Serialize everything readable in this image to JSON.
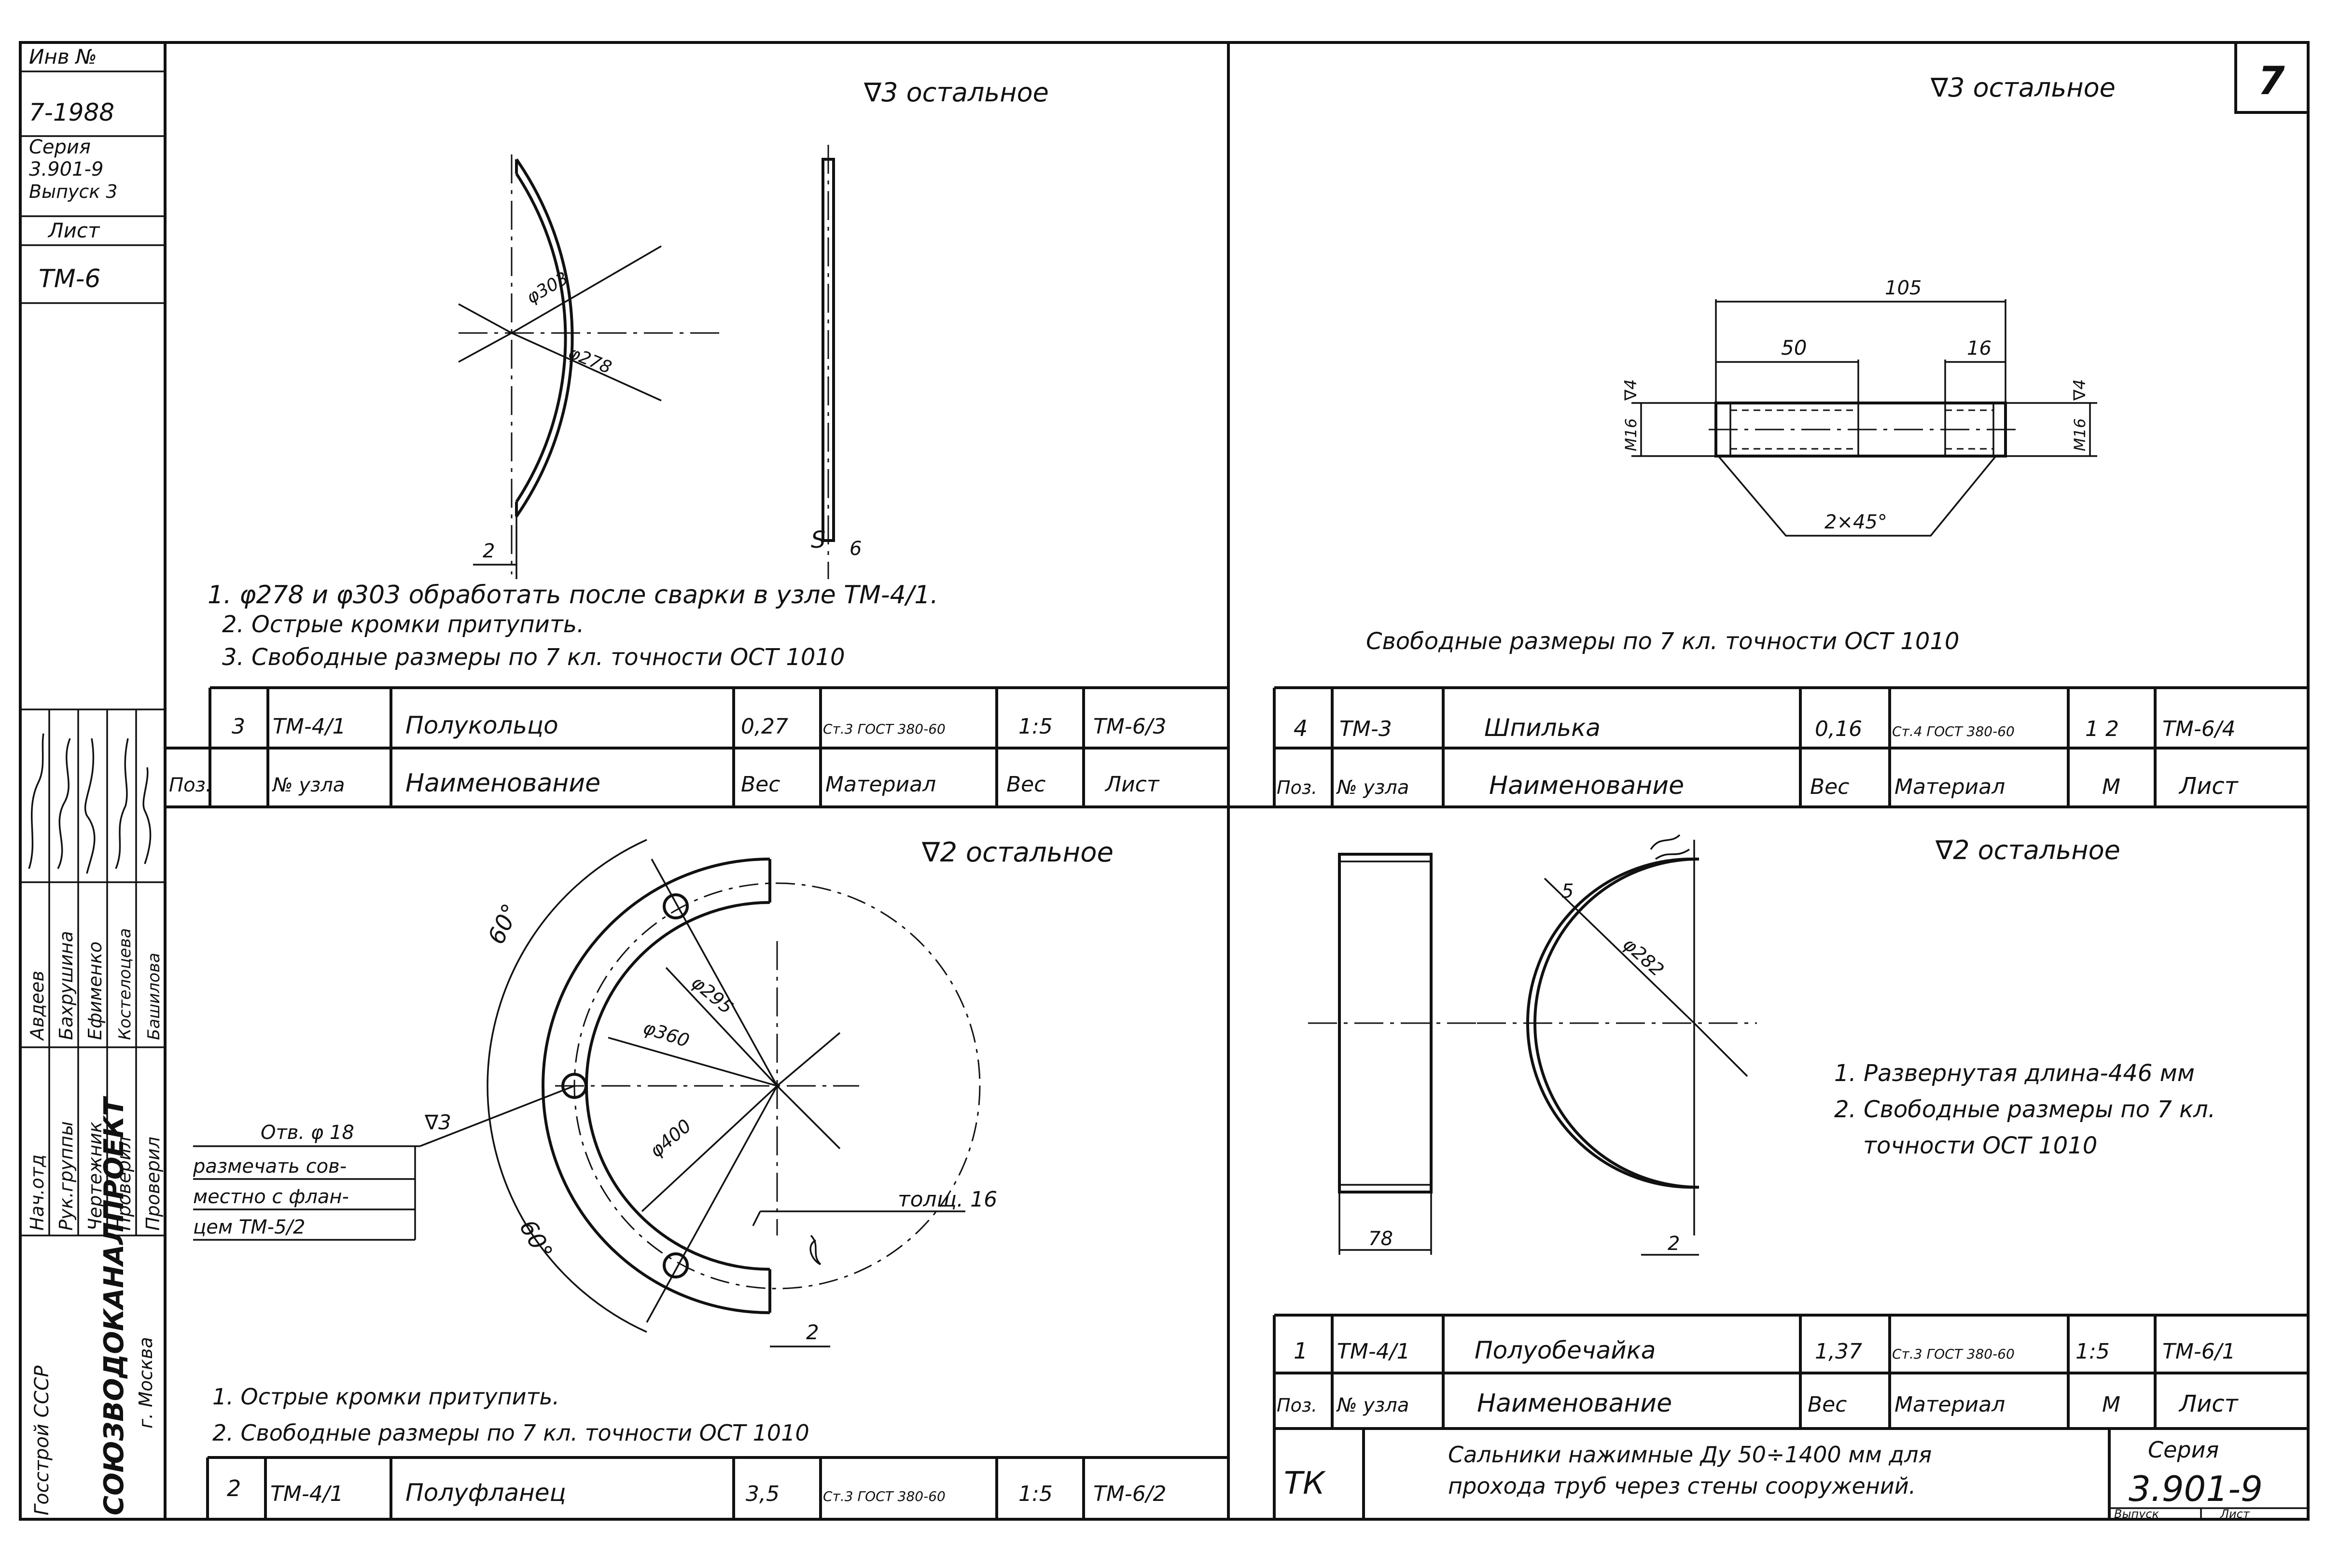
{
  "side_stamp": {
    "inv_label": "Инв №",
    "inv_value": "7-1988",
    "series_label": "Серия",
    "series_value": "3.901-9",
    "issue_label": "Выпуск 3",
    "sheet_label": "Лист",
    "sheet_value": "ТМ-6",
    "roles": [
      "Нач.отд",
      "Рук.группы",
      "Чертежник",
      "Проверил",
      "Проверил"
    ],
    "names": [
      "Авдеев",
      "Бахрушина",
      "Ефименко",
      "Костелоцева",
      "Башилова"
    ],
    "org_lines": [
      "Госстрой СССР",
      "СОЮЗВОДОКАНАЛПРОЕКТ",
      "г. Москва"
    ]
  },
  "page_number": "7",
  "parts": [
    {
      "roughness": "∇3 остальное",
      "dims": [
        "φ303",
        "φ278",
        "2",
        "S",
        "6"
      ],
      "notes": [
        "1. φ278 и φ303 обработать после сварки в узле ТМ-4/1.",
        "2. Острые кромки притупить.",
        "3. Свободные размеры по 7 кл. точности ОСТ 1010"
      ],
      "row": [
        "3",
        "ТМ-4/1",
        "Полукольцо",
        "0,27",
        "Ст.3 ГОСТ 380-60",
        "1:5",
        "ТМ-6/3"
      ],
      "header": [
        "Поз.",
        "№ узла",
        "Наименование",
        "Вес",
        "Материал",
        "Вес",
        "Лист"
      ]
    },
    {
      "roughness": "∇3 остальное",
      "dims": [
        "105",
        "50",
        "16",
        "М16",
        "∇4",
        "М16",
        "∇4",
        "2×45°"
      ],
      "notes": [
        "Свободные размеры по 7 кл. точности ОСТ 1010"
      ],
      "row": [
        "4",
        "ТМ-3",
        "Шпилька",
        "0,16",
        "Ст.4 ГОСТ 380-60",
        "1 2",
        "ТМ-6/4"
      ],
      "header": [
        "Поз.",
        "№ узла",
        "Наименование",
        "Вес",
        "Материал",
        "М",
        "Лист"
      ]
    },
    {
      "roughness": "∇2 остальное",
      "dims": [
        "60°",
        "60°",
        "φ295",
        "φ360",
        "φ400",
        "толщ. 16",
        "2",
        "∇3"
      ],
      "callout": [
        "Отв. φ 18",
        "размечать сов-",
        "местно с флан-",
        "цем ТМ-5/2"
      ],
      "notes": [
        "1. Острые кромки притупить.",
        "2. Свободные размеры по 7 кл. точности ОСТ 1010"
      ],
      "row": [
        "2",
        "ТМ-4/1",
        "Полуфланец",
        "3,5",
        "Ст.3 ГОСТ 380-60",
        "1:5",
        "ТМ-6/2"
      ]
    },
    {
      "roughness": "∇2 остальное",
      "dims": [
        "5",
        "φ282",
        "78",
        "2"
      ],
      "notes": [
        "1. Развернутая длина-446 мм",
        "2. Свободные размеры по 7 кл.",
        "точности ОСТ 1010"
      ],
      "row": [
        "1",
        "ТМ-4/1",
        "Полуобечайка",
        "1,37",
        "Ст.3 ГОСТ 380-60",
        "1:5",
        "ТМ-6/1"
      ],
      "header": [
        "Поз.",
        "№ узла",
        "Наименование",
        "Вес",
        "Материал",
        "М",
        "Лист"
      ]
    }
  ],
  "title_block": {
    "code": "ТК",
    "title_line1": "Сальники нажимные Ду 50÷1400 мм для",
    "title_line2": "прохода труб через стены сооружений.",
    "series_label": "Серия",
    "series_value": "3.901-9",
    "issue_label": "Выпуск",
    "sheet_label": "Лист"
  }
}
